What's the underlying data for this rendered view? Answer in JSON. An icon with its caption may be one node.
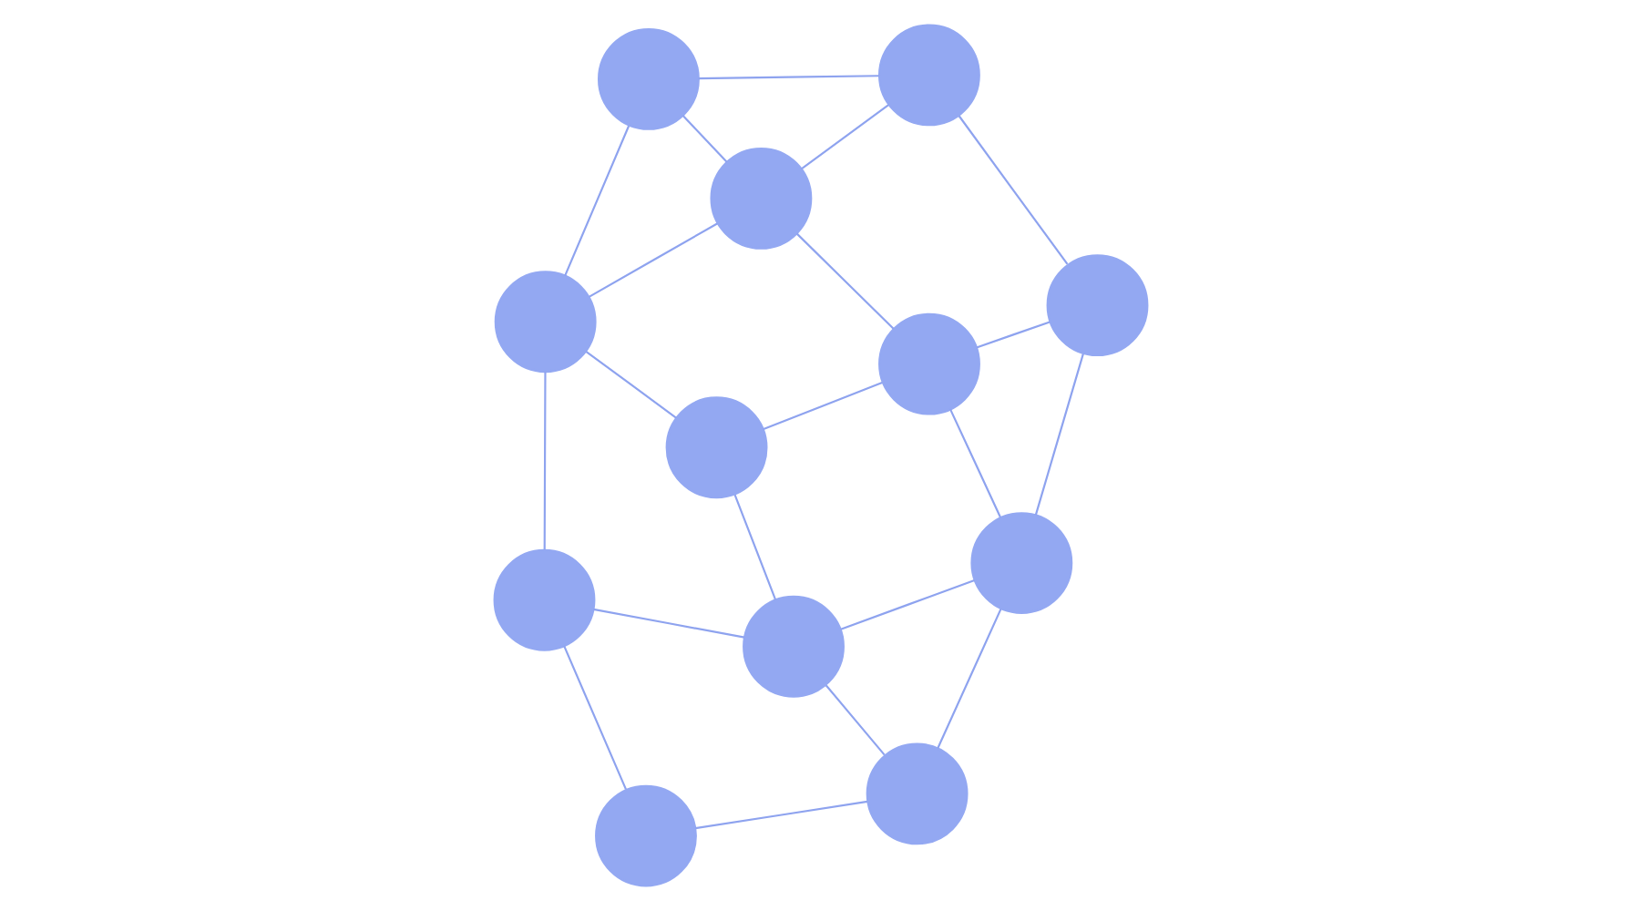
{
  "diagram": {
    "nodes": [
      {
        "text": [],
        "shape": "circle"
      },
      {
        "text": [],
        "shape": "circle"
      },
      {
        "text": [],
        "shape": "circle"
      },
      {
        "text": [],
        "shape": "circle"
      },
      {
        "text": [],
        "shape": "circle"
      },
      {
        "text": [],
        "shape": "circle"
      },
      {
        "text": [],
        "shape": "circle"
      },
      {
        "text": [],
        "shape": "circle"
      },
      {
        "text": [],
        "shape": "circle"
      },
      {
        "text": [],
        "shape": "circle"
      },
      {
        "text": [],
        "shape": "circle"
      },
      {
        "text": [],
        "shape": "circle"
      }
    ],
    "edges": [
      {
        "from": 3,
        "to": 0,
        "arrow": "none"
      },
      {
        "from": 3,
        "to": 4,
        "arrow": "none"
      },
      {
        "from": 3,
        "to": 7,
        "arrow": "none"
      },
      {
        "from": 0,
        "to": 2,
        "arrow": "none"
      },
      {
        "from": 0,
        "to": 1,
        "arrow": "none"
      },
      {
        "from": 4,
        "to": 2,
        "arrow": "none"
      },
      {
        "from": 4,
        "to": 7,
        "arrow": "none"
      },
      {
        "from": 4,
        "to": 6,
        "arrow": "none"
      },
      {
        "from": 2,
        "to": 1,
        "arrow": "none"
      },
      {
        "from": 2,
        "to": 5,
        "arrow": "none"
      },
      {
        "from": 1,
        "to": 5,
        "arrow": "none"
      },
      {
        "from": 5,
        "to": 6,
        "arrow": "none"
      },
      {
        "from": 5,
        "to": 10,
        "arrow": "none"
      },
      {
        "from": 6,
        "to": 8,
        "arrow": "none"
      },
      {
        "from": 8,
        "to": 7,
        "arrow": "none"
      },
      {
        "from": 8,
        "to": 9,
        "arrow": "none"
      },
      {
        "from": 8,
        "to": 10,
        "arrow": "none"
      },
      {
        "from": 7,
        "to": 9,
        "arrow": "none"
      },
      {
        "from": 9,
        "to": 11,
        "arrow": "none"
      },
      {
        "from": 11,
        "to": 10,
        "arrow": "none"
      }
    ]
  }
}
